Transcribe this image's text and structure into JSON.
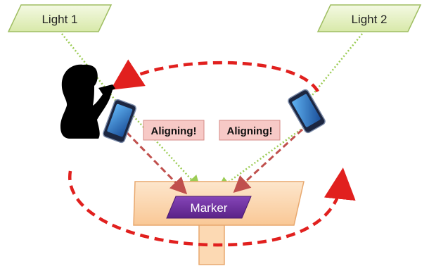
{
  "lights": [
    {
      "label": "Light 1"
    },
    {
      "label": "Light 2"
    }
  ],
  "status_labels": [
    {
      "label": "Aligning!"
    },
    {
      "label": "Aligning!"
    }
  ],
  "marker": {
    "label": "Marker"
  },
  "colors": {
    "light_fill": "#e6f1c6",
    "light_stroke": "#9fbe62",
    "dotted_line": "#9ccc55",
    "status_fill": "#f7c9c6",
    "status_stroke": "#d48a85",
    "table_fill": "#fcd9b3",
    "table_stroke": "#e8a86e",
    "marker_fill": "#6a2c9a",
    "marker_text": "#ffffff",
    "red_arrow": "#e1201e",
    "dashed_arrow": "#c0504d",
    "silhouette": "#000000",
    "phone_body": "#1c2640",
    "phone_screen": "#2f7fd0"
  },
  "icons": [
    "person-silhouette-icon",
    "smartphone-icon",
    "smartphone-icon"
  ]
}
